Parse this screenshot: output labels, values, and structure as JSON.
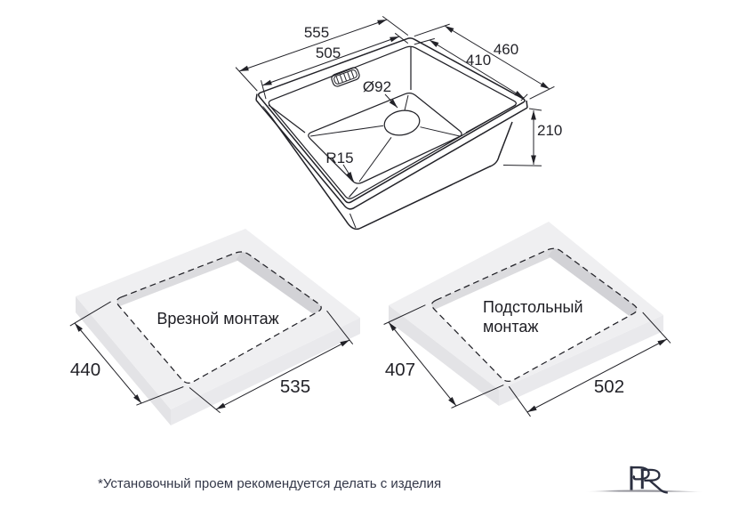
{
  "sink": {
    "outer_width": "555",
    "bowl_width": "505",
    "outer_depth": "460",
    "bowl_depth": "410",
    "height": "210",
    "drain_diameter": "Ø92",
    "corner_radius": "R15"
  },
  "inset_mount": {
    "label": "Врезной монтаж",
    "cutout_depth": "440",
    "cutout_width": "535"
  },
  "undermount": {
    "label_line1": "Подстольный",
    "label_line2": "монтаж",
    "cutout_depth": "407",
    "cutout_width": "502"
  },
  "footnote": "*Установочный проем рекомендуется делать с изделия",
  "logo": {
    "letters": "PR"
  },
  "colors": {
    "line": "#222228",
    "text": "#232329",
    "footnote_text": "#333748",
    "logo": "#2b2f40",
    "slab_top": "#efeff1",
    "slab_side_left": "#e3e3e6",
    "slab_side_right": "#e9e9ec",
    "cutout_wall_light": "#dcdcdf",
    "cutout_wall_dark": "#d2d2d6",
    "background": "#ffffff"
  }
}
